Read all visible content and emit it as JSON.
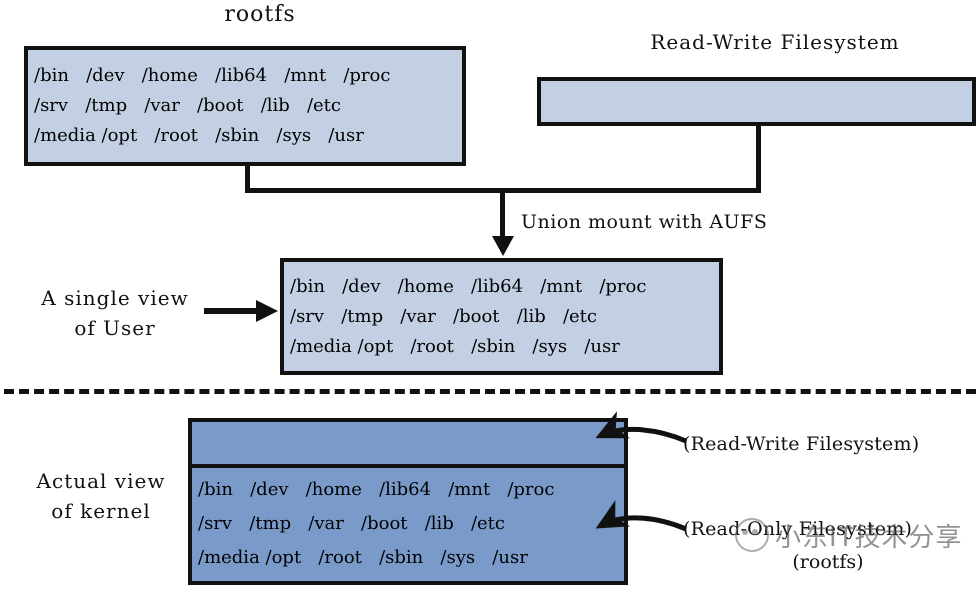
{
  "diagram": {
    "title_rootfs": "rootfs",
    "title_read_write": "Read-Write Filesystem",
    "union_mount_label": "Union mount with AUFS",
    "single_view_label": "A single view\nof User",
    "kernel_view_label": "Actual view\nof kernel",
    "rw_callout": "(Read-Write Filesystem)",
    "ro_callout": "(Read-Only Filesystem)",
    "ro_callout_sub": "(rootfs)"
  },
  "filesystem": {
    "rootfs_rows": [
      "/bin   /dev   /home   /lib64   /mnt   /proc",
      "/srv   /tmp   /var   /boot   /lib   /etc",
      "/media /opt   /root   /sbin   /sys   /usr"
    ],
    "union_rows": [
      "/bin   /dev   /home   /lib64   /mnt   /proc",
      "/srv   /tmp   /var   /boot   /lib   /etc",
      "/media /opt   /root   /sbin   /sys   /usr"
    ],
    "kernel_rows": [
      "/bin   /dev   /home   /lib64   /mnt   /proc",
      "/srv   /tmp   /var   /boot   /lib   /etc",
      "/media /opt   /root   /sbin   /sys   /usr"
    ]
  },
  "watermark": {
    "text": "小东IT技术分享",
    "logo": "chat-bubble-icon"
  },
  "colors": {
    "light_layer_fill": "#c3d0e3",
    "dark_layer_fill": "#7a9bc9",
    "stroke": "#111111",
    "background": "#ffffff"
  }
}
